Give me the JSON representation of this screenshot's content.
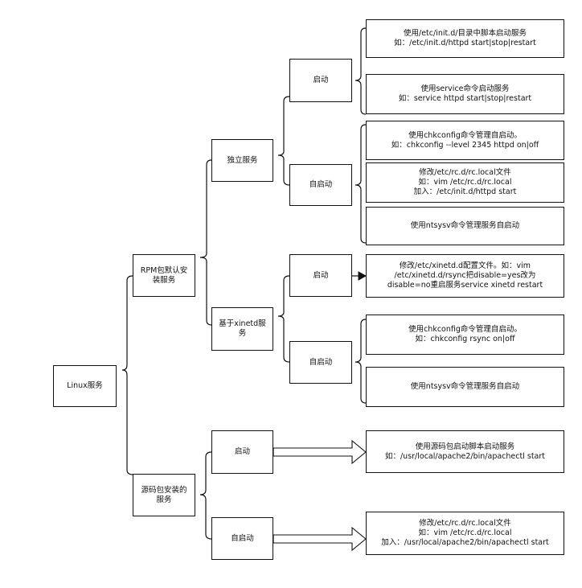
{
  "root": {
    "label": "Linux服务"
  },
  "rpm": {
    "label_lines": [
      "RPM包默认安",
      "装服务"
    ],
    "standalone": {
      "label": "独立服务",
      "start": {
        "label": "启动",
        "items": [
          [
            "使用/etc/init.d/目录中脚本启动服务",
            "如：/etc/init.d/httpd start|stop|restart"
          ],
          [
            "使用service命令启动服务",
            "如：service httpd start|stop|restart"
          ]
        ]
      },
      "autostart": {
        "label": "自启动",
        "items": [
          [
            "使用chkconfig命令管理自启动。",
            "如：chkconfig --level 2345 httpd on|off"
          ],
          [
            "修改/etc/rc.d/rc.local文件",
            "如：vim /etc/rc.d/rc.local",
            "加入：/etc/init.d/httpd start"
          ],
          [
            "使用ntsysv命令管理服务自启动"
          ]
        ]
      }
    },
    "xinetd": {
      "label_lines": [
        "基于xinetd服",
        "务"
      ],
      "start": {
        "label": "启动",
        "items": [
          [
            "修改/etc/xinetd.d配置文件。如：vim",
            "/etc/xinetd.d/rsync把disable=yes改为",
            "disable=no重启服务service xinetd restart"
          ]
        ]
      },
      "autostart": {
        "label": "自启动",
        "items": [
          [
            "使用chkconfig命令管理自启动。",
            "如：chkconfig rsync on|off"
          ],
          [
            "使用ntsysv命令管理服务自启动"
          ]
        ]
      }
    }
  },
  "source": {
    "label_lines": [
      "源码包安装的",
      "服务"
    ],
    "start": {
      "label": "启动",
      "items": [
        [
          "使用源码包启动脚本启动服务",
          "如：/usr/local/apache2/bin/apachectl start"
        ]
      ]
    },
    "autostart": {
      "label": "自启动",
      "items": [
        [
          "修改/etc/rc.d/rc.local文件",
          "如：vim /etc/rc.d/rc.local",
          "加入：/usr/local/apache2/bin/apachectl start"
        ]
      ]
    }
  }
}
